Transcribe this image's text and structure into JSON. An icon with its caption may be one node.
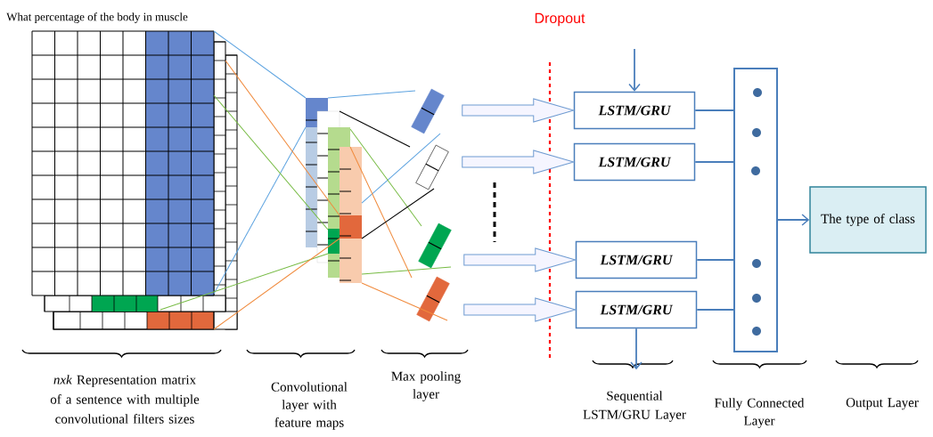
{
  "diagram": {
    "nodes": [
      {
        "text": [
          "LSTM/GRU"
        ]
      },
      {
        "text": [
          "LSTM/GRU"
        ]
      },
      {
        "text": [
          "LSTM/GRU"
        ]
      },
      {
        "text": [
          "LSTM/GRU"
        ]
      },
      {
        "text": [],
        "shape": "box"
      },
      {
        "text": [
          "The type of class"
        ]
      }
    ],
    "edges": [
      {
        "from": null,
        "to": 0,
        "arrow": "to"
      },
      {
        "from": null,
        "to": 0,
        "arrow": "to",
        "style": "thick"
      },
      {
        "from": null,
        "to": 1,
        "arrow": "to",
        "style": "thick"
      },
      {
        "from": null,
        "to": 2,
        "arrow": "to",
        "style": "thick"
      },
      {
        "from": null,
        "to": 3,
        "arrow": "to",
        "style": "thick"
      },
      {
        "from": 0,
        "to": 4,
        "arrow": "none"
      },
      {
        "from": 1,
        "to": 4,
        "arrow": "none"
      },
      {
        "from": 2,
        "to": 4,
        "arrow": "none"
      },
      {
        "from": 3,
        "to": 4,
        "arrow": "none"
      },
      {
        "from": 4,
        "to": 5,
        "arrow": "to"
      },
      {
        "from": 3,
        "to": null,
        "arrow": "to"
      }
    ],
    "labels": [
      "What percentage of the body in muscle",
      "Dropout",
      "*nxk* Representation matrix of a sentence with multiple convolutional filters sizes",
      "Convolutional layer with feature maps",
      "Max pooling layer",
      "Sequential LSTM/GRU Layer",
      "Fully Connected Layer",
      "Output Layer"
    ]
  }
}
